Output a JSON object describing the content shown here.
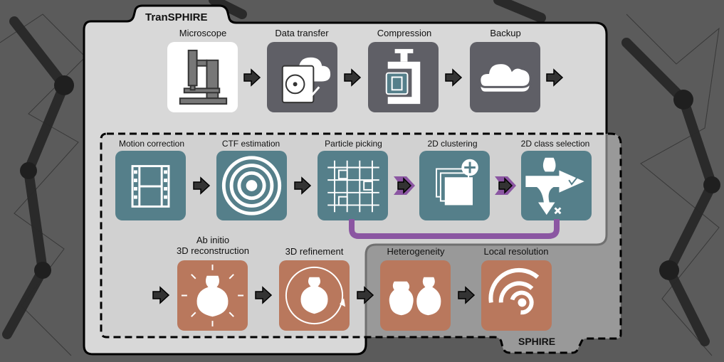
{
  "colors": {
    "backdrop": "#5a5a5a",
    "panel": "#d9d9d9",
    "microscope_tile": "#ffffff",
    "gray_tile": "#5f5f66",
    "teal_tile": "#557f8a",
    "copper_tile": "#b9785d",
    "purple_arrow": "#8b56a2",
    "arrow_fill": "#333333"
  },
  "transphire": {
    "title": "TranSPHIRE",
    "stages": [
      {
        "label": "Microscope",
        "icon": "microscope-icon"
      },
      {
        "label": "Data transfer",
        "icon": "hard-drive-cloud-icon"
      },
      {
        "label": "Compression",
        "icon": "clamp-film-icon"
      },
      {
        "label": "Backup",
        "icon": "cloud-icon"
      }
    ],
    "processing": [
      {
        "label": "Motion correction",
        "icon": "film-strip-icon"
      },
      {
        "label": "CTF estimation",
        "icon": "concentric-rings-icon"
      },
      {
        "label": "Particle picking",
        "icon": "grid-picking-icon"
      },
      {
        "label": "2D clustering",
        "icon": "stacked-pages-plus-icon"
      },
      {
        "label": "2D class selection",
        "icon": "split-selection-icon"
      }
    ]
  },
  "sphire": {
    "title": "SPHIRE",
    "stages": [
      {
        "label": "Ab initio\n3D reconstruction",
        "icon": "molecule-burst-icon"
      },
      {
        "label": "3D refinement",
        "icon": "molecule-refine-icon"
      },
      {
        "label": "Heterogeneity",
        "icon": "two-molecules-icon"
      },
      {
        "label": "Local resolution",
        "icon": "resolution-arcs-icon"
      }
    ]
  }
}
